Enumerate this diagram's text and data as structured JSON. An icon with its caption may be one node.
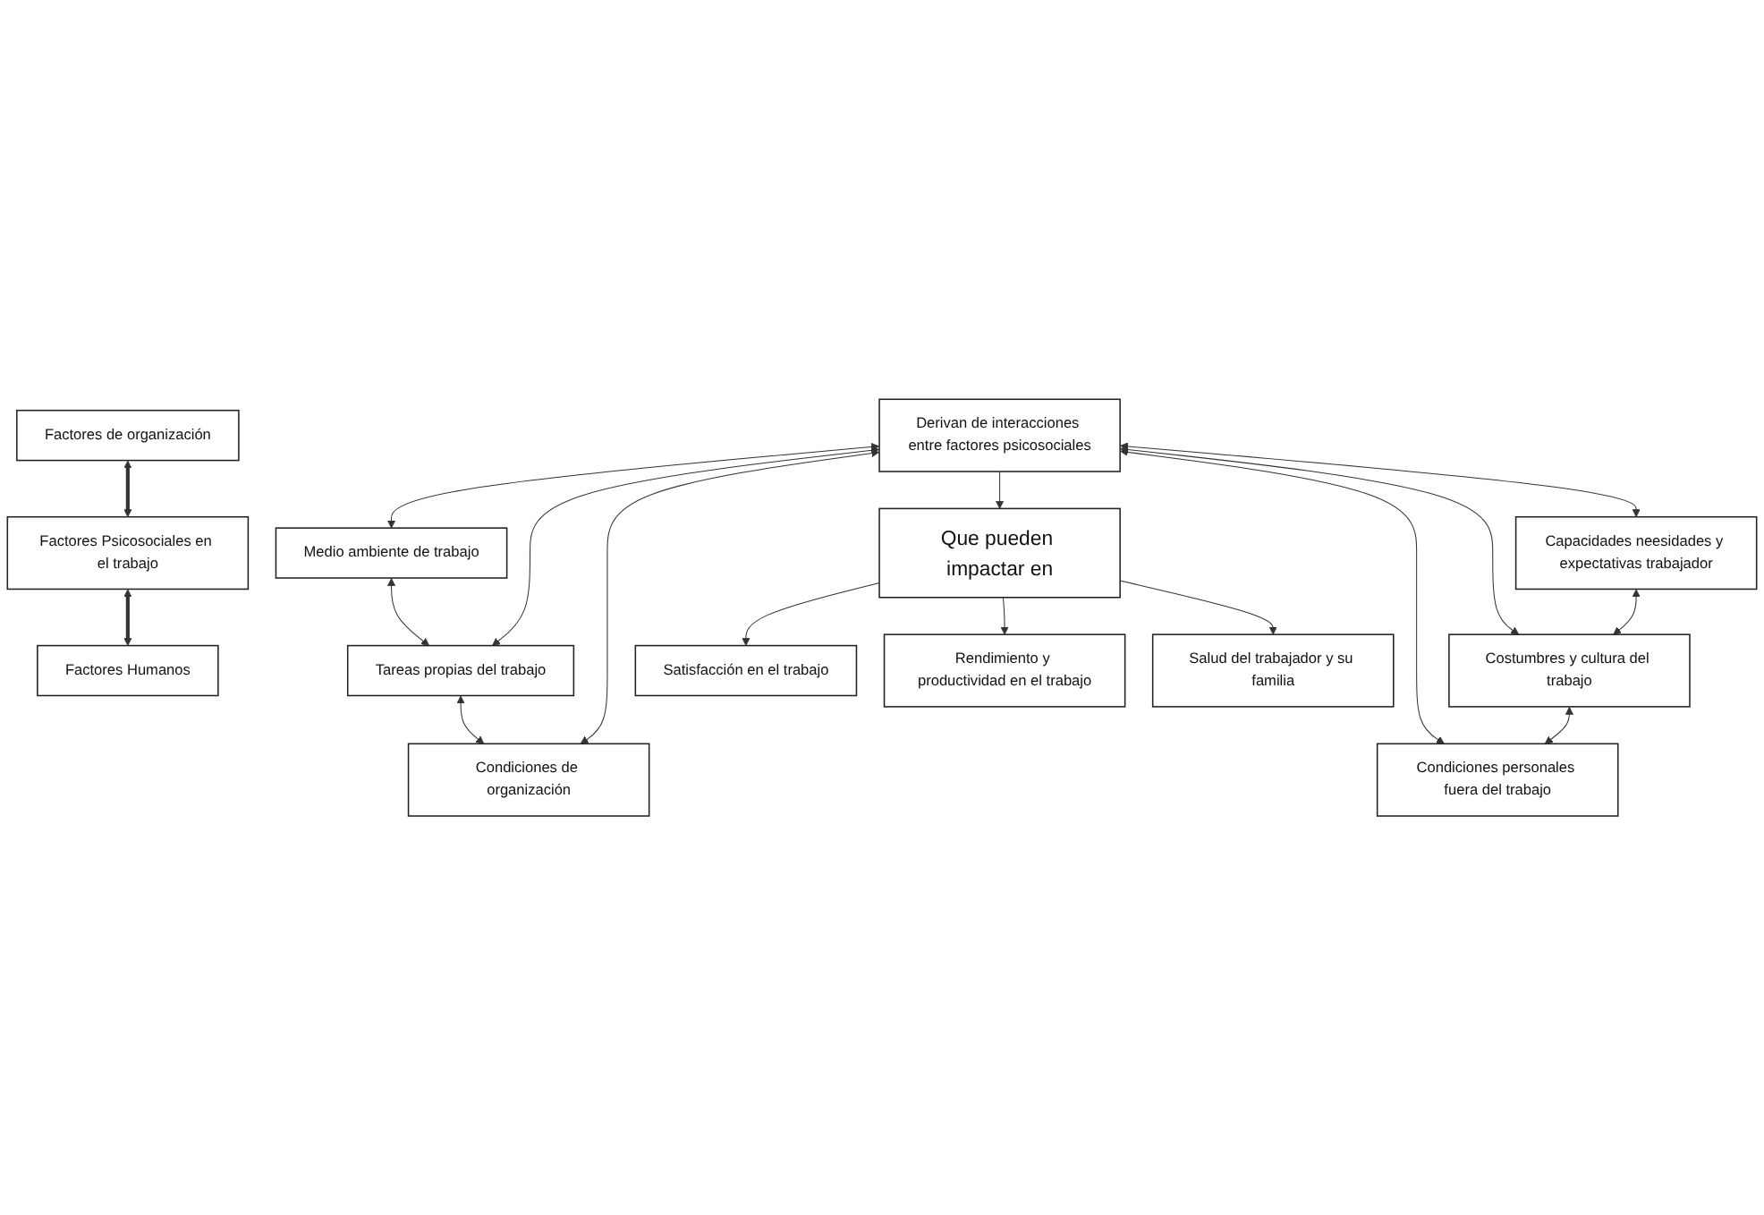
{
  "diagram": {
    "nodes": [
      {
        "text": [
          "Factores de organización"
        ]
      },
      {
        "text": [
          "Factores Psicosociales en el trabajo"
        ]
      },
      {
        "text": [
          "Factores Humanos"
        ]
      },
      {
        "text": [
          "Medio ambiente de trabajo"
        ]
      },
      {
        "text": [
          "Capacidades neesidades y expectativas trabajador"
        ]
      },
      {
        "text": [
          "Tareas propias del trabajo"
        ]
      },
      {
        "text": [
          "Derivan de interacciones entre factores psicosociales"
        ]
      },
      {
        "text": [
          "Costumbres y cultura del trabajo"
        ]
      },
      {
        "text": [
          "Condiciones de organización"
        ]
      },
      {
        "text": [
          "Condiciones personales fuera del trabajo"
        ]
      },
      {
        "text": [
          "Que pueden impactar en"
        ]
      },
      {
        "text": [
          "Satisfacción en el trabajo"
        ]
      },
      {
        "text": [
          "Rendimiento y productividad en el trabajo"
        ]
      },
      {
        "text": [
          "Salud del trabajador y su familia"
        ]
      }
    ],
    "edges": [
      {
        "from": 0,
        "to": 1,
        "arrow": "both",
        "style": "thick"
      },
      {
        "from": 1,
        "to": 2,
        "arrow": "both",
        "style": "thick"
      },
      {
        "from": 3,
        "to": 5,
        "arrow": "both"
      },
      {
        "from": 5,
        "to": 8,
        "arrow": "both"
      },
      {
        "from": 6,
        "to": 3,
        "arrow": "both"
      },
      {
        "from": 6,
        "to": 5,
        "arrow": "both"
      },
      {
        "from": 6,
        "to": 8,
        "arrow": "both"
      },
      {
        "from": 6,
        "to": 4,
        "arrow": "both"
      },
      {
        "from": 6,
        "to": 7,
        "arrow": "both"
      },
      {
        "from": 6,
        "to": 9,
        "arrow": "both"
      },
      {
        "from": 4,
        "to": 7,
        "arrow": "both"
      },
      {
        "from": 7,
        "to": 9,
        "arrow": "both"
      },
      {
        "from": 6,
        "to": 10,
        "arrow": "to"
      },
      {
        "from": 10,
        "to": 11,
        "arrow": "to"
      },
      {
        "from": 10,
        "to": 13,
        "arrow": "to"
      },
      {
        "from": 10,
        "to": 12,
        "arrow": "to"
      }
    ]
  }
}
